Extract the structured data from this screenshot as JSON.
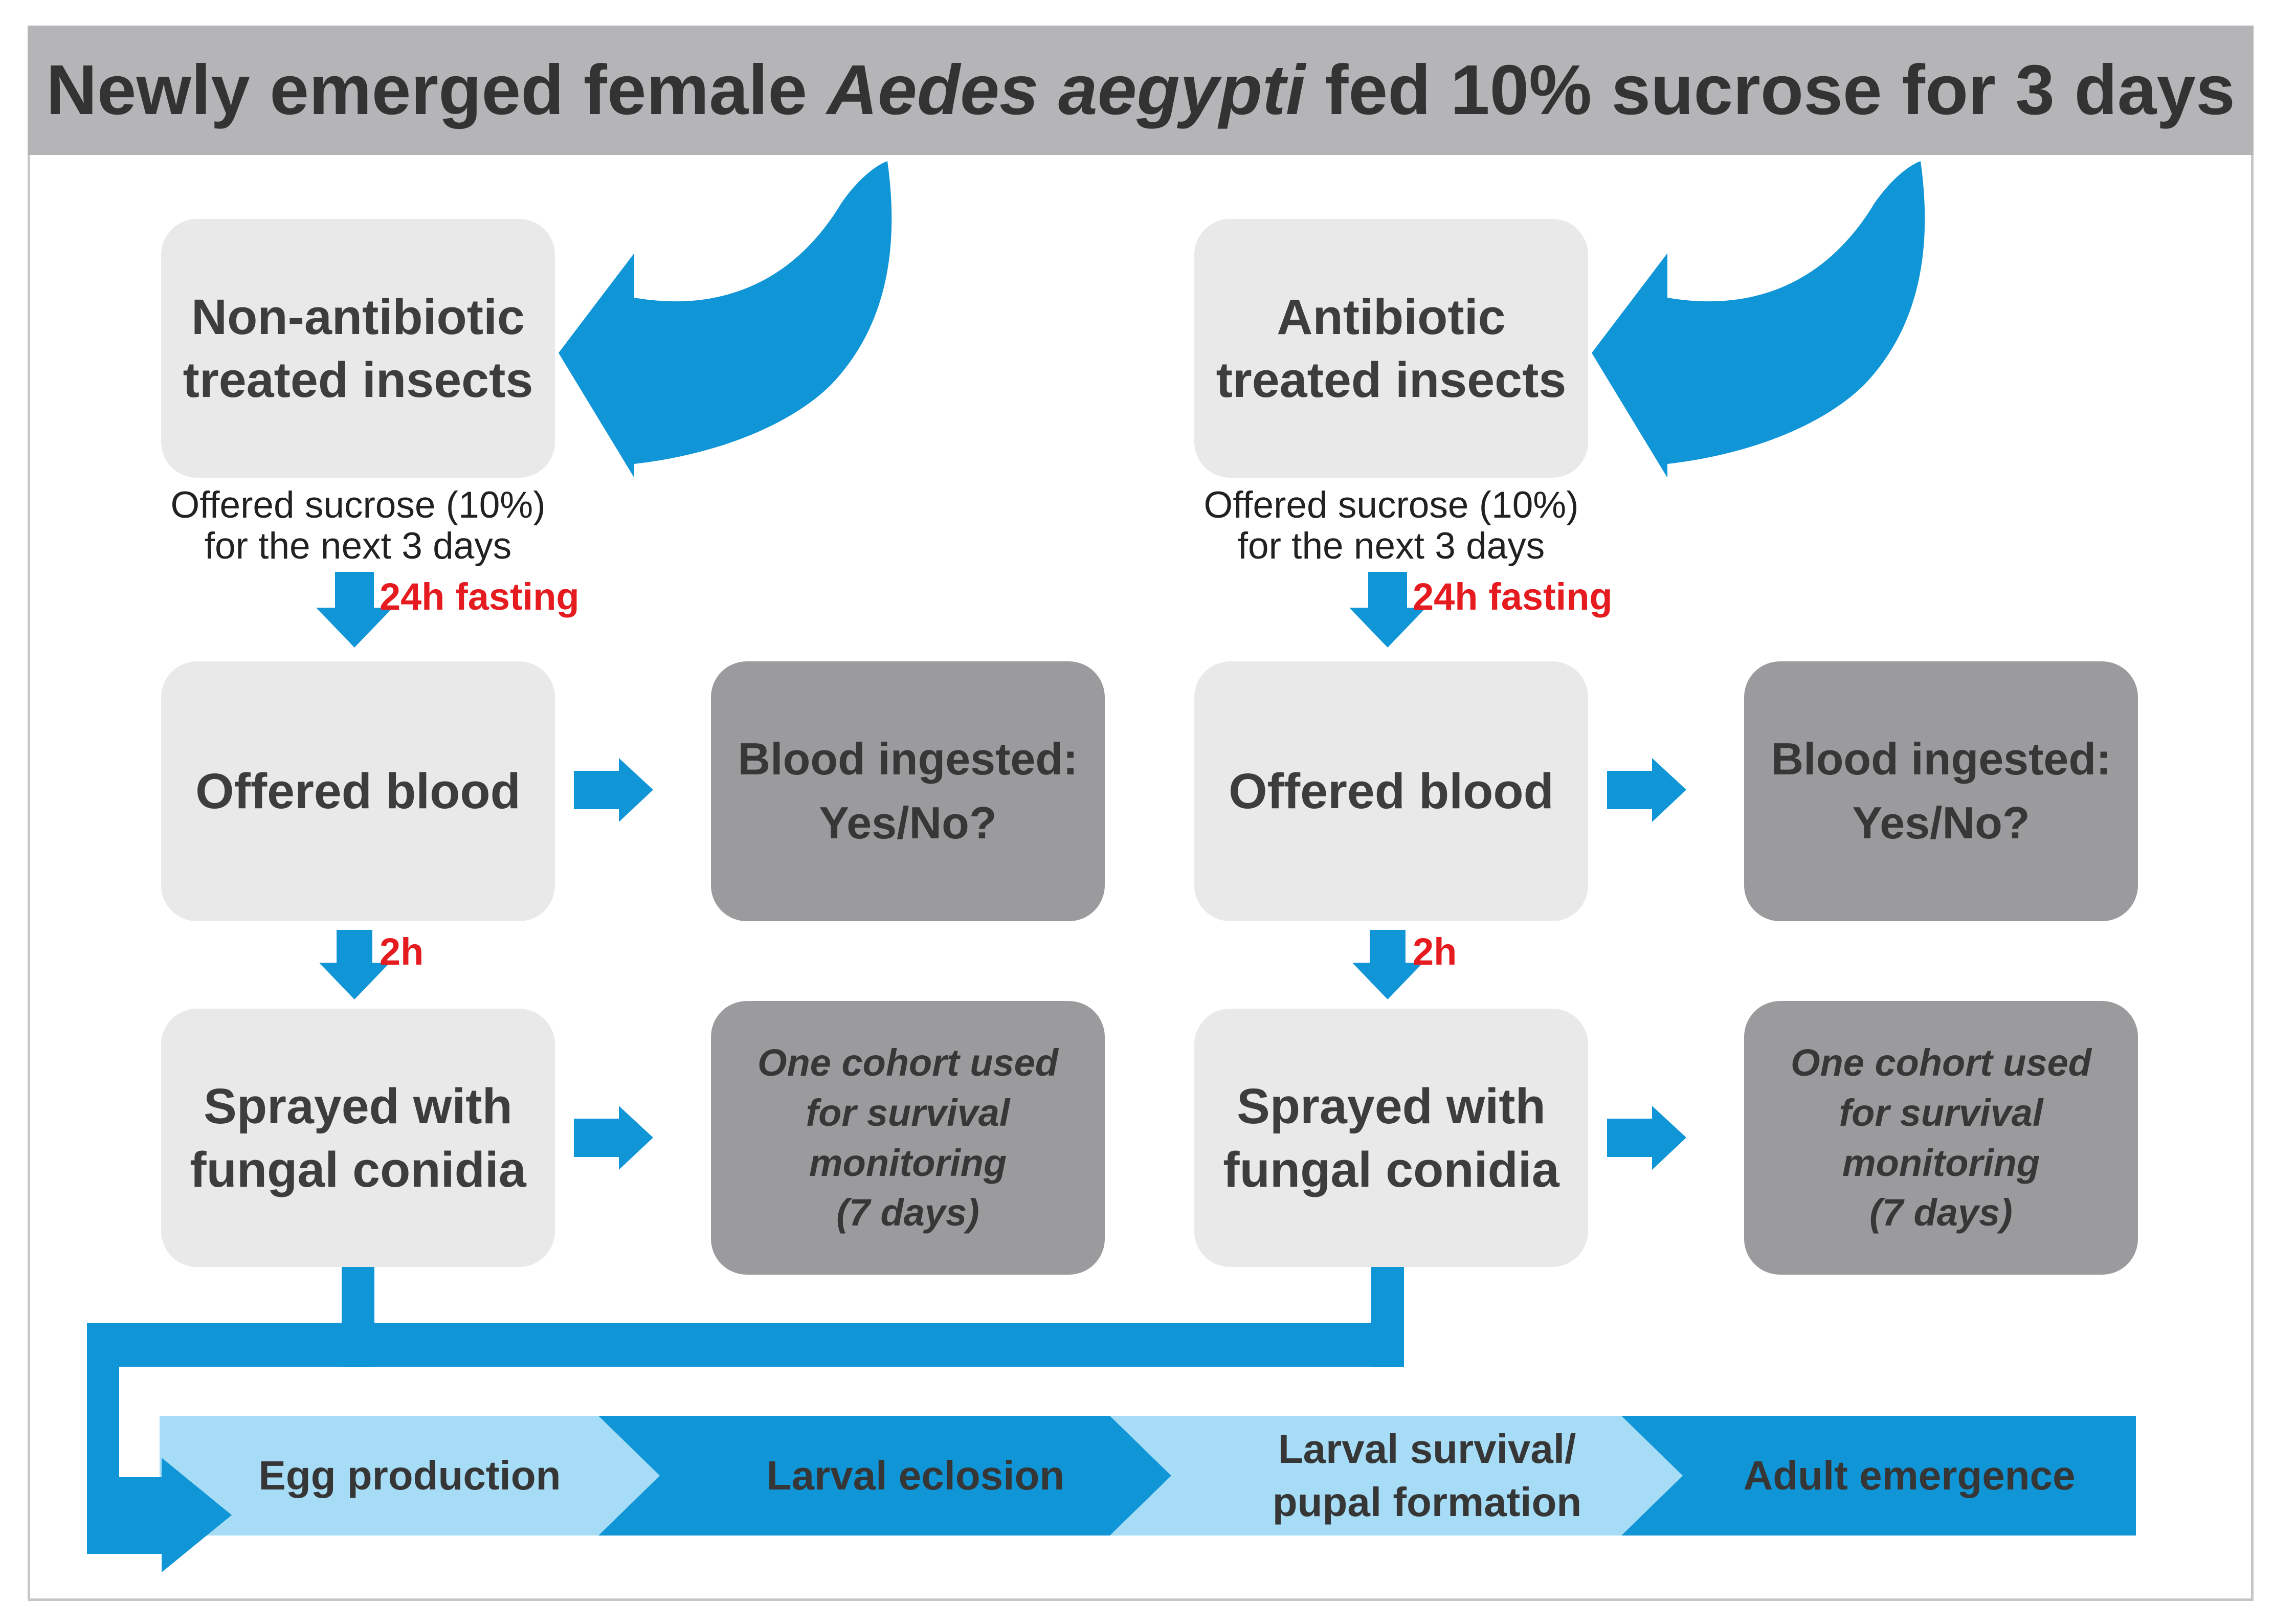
{
  "title": {
    "prefix": "Newly emerged female ",
    "species": "Aedes aegypti",
    "suffix": " fed 10% sucrose for 3 days"
  },
  "columns": [
    {
      "treatment_line1": "Non-antibiotic",
      "treatment_line2": "treated insects",
      "sucrose_line1": "Offered sucrose (10%)",
      "sucrose_line2": "for the next 3 days",
      "fasting_label": "24h fasting",
      "blood_box_label": "Offered blood",
      "ingested_line1": "Blood ingested:",
      "ingested_line2": "Yes/No?",
      "wait_label": "2h",
      "spray_line1": "Sprayed with",
      "spray_line2": "fungal conidia",
      "cohort_line1": "One cohort used",
      "cohort_line2": "for survival",
      "cohort_line3": "monitoring",
      "cohort_line4": "(7 days)"
    },
    {
      "treatment_line1": "Antibiotic",
      "treatment_line2": "treated insects",
      "sucrose_line1": "Offered sucrose (10%)",
      "sucrose_line2": "for the next 3 days",
      "fasting_label": "24h fasting",
      "blood_box_label": "Offered blood",
      "ingested_line1": "Blood ingested:",
      "ingested_line2": "Yes/No?",
      "wait_label": "2h",
      "spray_line1": "Sprayed with",
      "spray_line2": "fungal conidia",
      "cohort_line1": "One cohort used",
      "cohort_line2": "for survival",
      "cohort_line3": "monitoring",
      "cohort_line4": "(7 days)"
    }
  ],
  "pipeline": {
    "stages": [
      {
        "line1": "Egg production"
      },
      {
        "line1": "Larval eclosion"
      },
      {
        "line1": "Larval survival/",
        "line2": "pupal formation"
      },
      {
        "line1": "Adult emergence"
      }
    ]
  },
  "colors": {
    "blue": "#1095d6",
    "light_blue": "#a6dcf5",
    "banner_gray": "#b5b5b7",
    "box_light_gray": "#e9e9ea",
    "box_dark_gray": "#9b9b9d",
    "red": "#e51b20",
    "ink": "#3d3d3d",
    "frame_border": "#c6c6c8"
  }
}
